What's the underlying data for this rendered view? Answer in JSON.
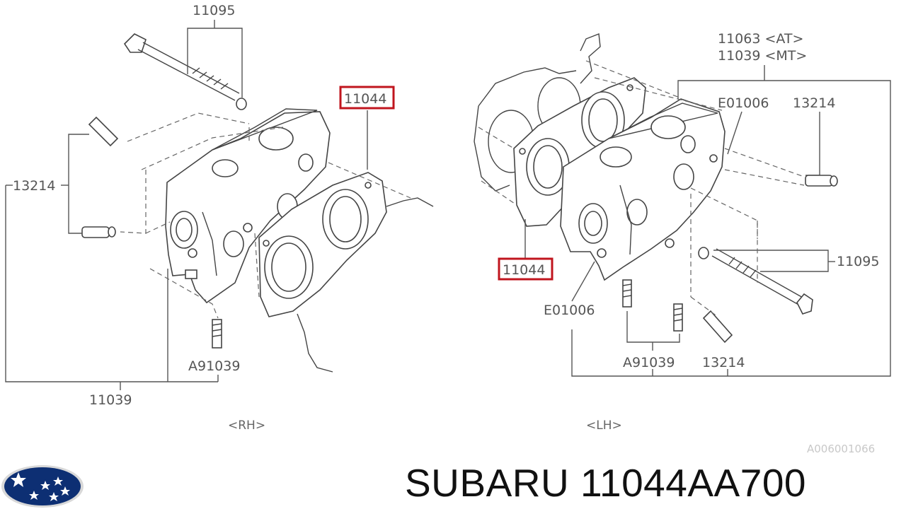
{
  "labels": {
    "rh_bolt": "11095",
    "rh_gasket": "11044",
    "rh_pin": "13214",
    "rh_stud": "A91039",
    "rh_head": "11039",
    "lh_head_at": "11063 <AT>",
    "lh_head_mt": "11039 <MT>",
    "lh_plug_top": "E01006",
    "lh_pin_top": "13214",
    "lh_gasket": "11044",
    "lh_bolt": "11095",
    "lh_plug_bottom": "E01006",
    "lh_stud": "A91039",
    "lh_pin_bottom": "13214"
  },
  "sides": {
    "rh": "<RH>",
    "lh": "<LH>"
  },
  "watermark": "A006001066",
  "brand": {
    "name": "SUBARU",
    "part_number": "11044AA700"
  },
  "colors": {
    "highlight": "#c0151e",
    "logo_bg": "#0d2f73",
    "logo_star": "#ffffff"
  },
  "icons": {
    "brand_logo": "subaru-logo-icon"
  }
}
